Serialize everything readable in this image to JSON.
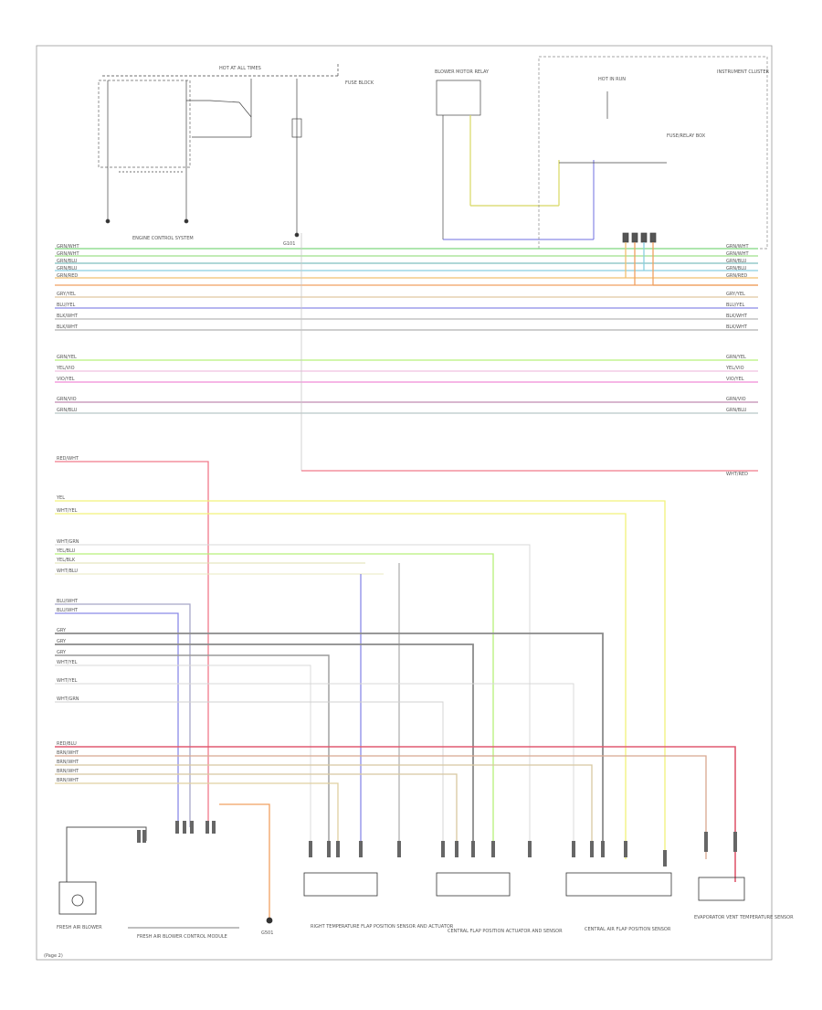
{
  "page_ref": "(Page 2)",
  "top_labels": {
    "hot_at_all_times": "HOT AT ALL TIMES",
    "engine_control_system": "ENGINE CONTROL SYSTEM",
    "fuse_block": "FUSE BLOCK",
    "blower_motor_relay": "BLOWER MOTOR RELAY",
    "hot_in_run": "HOT IN RUN",
    "fuse_relay_box": "FUSE/RELAY BOX",
    "instrument_cluster": "INSTRUMENT CLUSTER",
    "ground": "G101"
  },
  "bus_left_labels": [
    "GRN/WHT",
    "GRN/WHT",
    "GRN/BLU",
    "GRN/BLU",
    "GRN/RED",
    "GRY/YEL",
    "BLU/YEL",
    "BLK/WHT",
    "BLK/WHT",
    "GRN/YEL",
    "YEL/VIO",
    "VIO/YEL",
    "GRN/VIO",
    "GRN/BLU"
  ],
  "bus_right_labels": [
    "GRN/WHT",
    "GRN/WHT",
    "GRN/BLU",
    "GRN/BLU",
    "GRN/RED",
    "GRY/YEL",
    "BLU/YEL",
    "BLK/WHT",
    "BLK/WHT",
    "GRN/YEL",
    "YEL/VIO",
    "VIO/YEL",
    "GRN/VIO",
    "GRN/BLU"
  ],
  "lower_left_labels": [
    "RED/WHT",
    "YEL",
    "WHT/YEL",
    "WHT/GRN",
    "YEL/BLU",
    "YEL/BLK",
    "WHT/BLU",
    "BLU/WHT",
    "BLU/WHT",
    "GRY",
    "GRY",
    "GRY",
    "WHT/YEL",
    "WHT/YEL",
    "WHT/GRN",
    "RED/BLU",
    "BRN/WHT",
    "BRN/WHT",
    "BRN/WHT",
    "BRN/WHT"
  ],
  "right_label_red": "WHT/RED",
  "components": {
    "fresh_air_blower": "FRESH AIR BLOWER",
    "fresh_air_blower_control": "FRESH AIR BLOWER CONTROL MODULE",
    "ground_g": "G501",
    "right_temp_sensor": "RIGHT TEMPERATURE FLAP POSITION SENSOR AND ACTUATOR",
    "central_flap_actuator": "CENTRAL FLAP POSITION ACTUATOR AND SENSOR",
    "center_air_flap": "CENTRAL AIR FLAP POSITION SENSOR",
    "evaporator_vent_sensor": "EVAPORATOR VENT TEMPERATURE SENSOR"
  },
  "wire_colors": {
    "green": "#7fd77f",
    "lime": "#b7f07a",
    "teal": "#7fbfbf",
    "blue": "#6f6fe0",
    "yellow": "#f2f27a",
    "orange": "#f0a060",
    "red": "#f07a8a",
    "pink": "#f08ad8",
    "gray": "#8a8a8a",
    "lightgray": "#c8c8c8"
  }
}
